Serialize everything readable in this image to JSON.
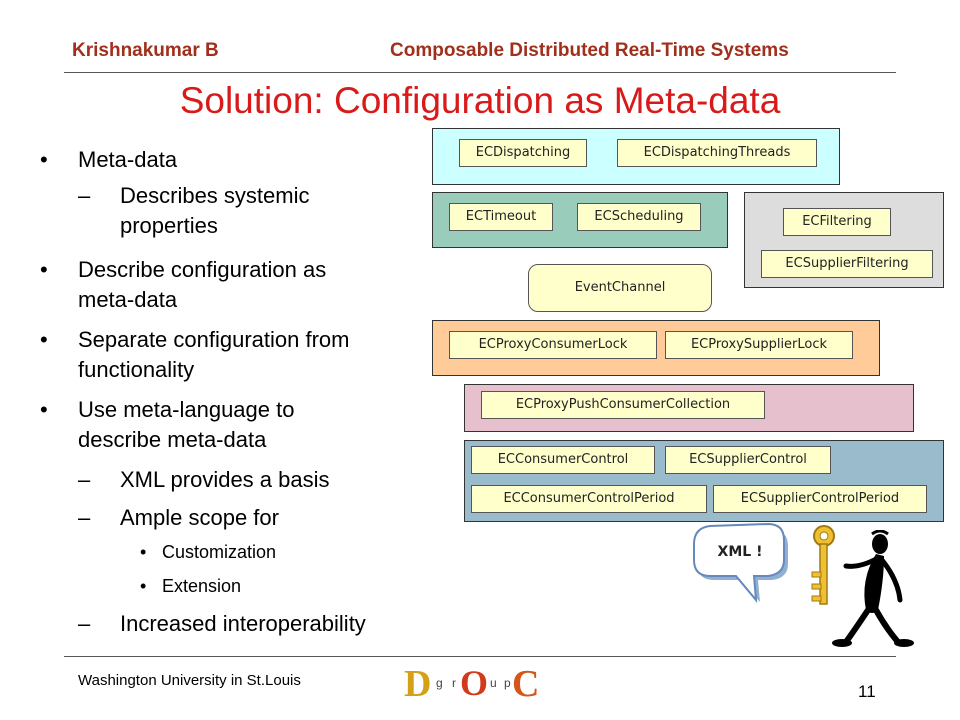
{
  "header": {
    "author": "Krishnakumar B",
    "course": "Composable Distributed Real-Time Systems"
  },
  "slide": {
    "title": "Solution: Configuration as Meta-data",
    "bullets": [
      {
        "level": 1,
        "marker": "•",
        "lines": [
          "Meta-data"
        ]
      },
      {
        "level": 2,
        "marker": "–",
        "lines": [
          "Describes systemic",
          "properties"
        ]
      },
      {
        "level": 1,
        "marker": "•",
        "lines": [
          "Describe configuration as",
          "meta-data"
        ]
      },
      {
        "level": 1,
        "marker": "•",
        "lines": [
          "Separate configuration from",
          "functionality"
        ]
      },
      {
        "level": 1,
        "marker": "•",
        "lines": [
          "Use meta-language to",
          "describe meta-data"
        ]
      },
      {
        "level": 2,
        "marker": "–",
        "lines": [
          "XML provides a basis"
        ]
      },
      {
        "level": 2,
        "marker": "–",
        "lines": [
          "Ample scope for"
        ]
      },
      {
        "level": 3,
        "marker": "•",
        "lines": [
          "Customization"
        ]
      },
      {
        "level": 3,
        "marker": "•",
        "lines": [
          "Extension"
        ]
      },
      {
        "level": 2,
        "marker": "–",
        "lines": [
          "Increased interoperability"
        ]
      }
    ]
  },
  "diagram": {
    "dispatching": [
      "ECDispatching",
      "ECDispatchingThreads"
    ],
    "timeout_scheduling": [
      "ECTimeout",
      "ECScheduling"
    ],
    "filtering": [
      "ECFiltering",
      "ECSupplierFiltering"
    ],
    "center": "EventChannel",
    "proxy_locks": [
      "ECProxyConsumerLock",
      "ECProxySupplierLock"
    ],
    "proxy_collection": "ECProxyPushConsumerCollection",
    "control": [
      "ECConsumerControl",
      "ECSupplierControl",
      "ECConsumerControlPeriod",
      "ECSupplierControlPeriod"
    ],
    "speech_bubble": "XML !",
    "colors": {
      "dispatching_panel": "#ccffff",
      "timeout_panel": "#99ccbb",
      "filtering_panel": "#dddddd",
      "lock_panel": "#ffcc99",
      "collection_panel": "#e6c0cc",
      "control_panel": "#99bbcc",
      "box_fill": "#ffffcc"
    }
  },
  "footer": {
    "institution": "Washington University in St.Louis",
    "page": "11",
    "logo_letters": [
      "D",
      "g",
      "r",
      "O",
      "u",
      "p",
      "C"
    ]
  }
}
